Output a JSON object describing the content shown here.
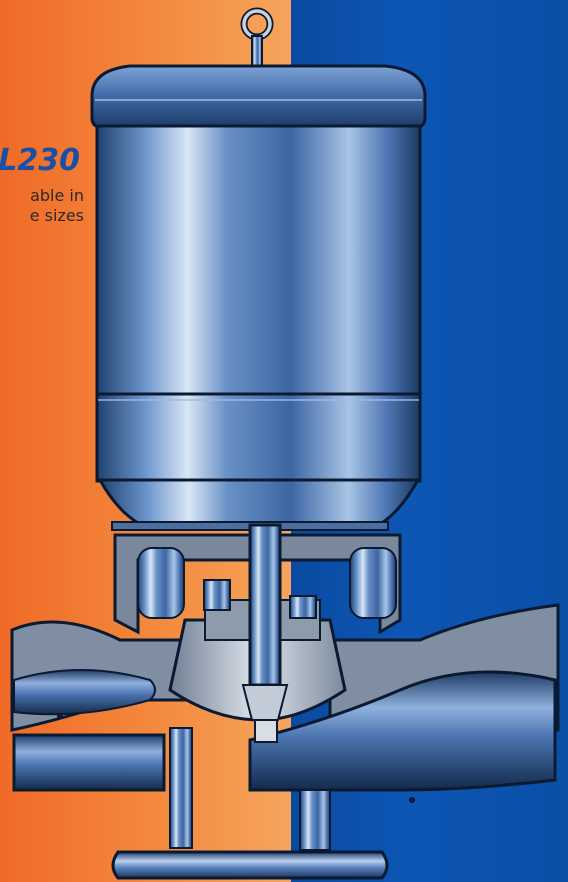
{
  "caption": {
    "model": "L230",
    "line1": "able in",
    "line2": "e sizes"
  },
  "colors": {
    "background_left": "#f38a3e",
    "background_right": "#0d56b4",
    "title_blue": "#1a4fa6",
    "pump_steel": "#3f6fb0",
    "outline": "#0b1a33"
  },
  "illustration": "vertical-inline-pump-cutaway"
}
